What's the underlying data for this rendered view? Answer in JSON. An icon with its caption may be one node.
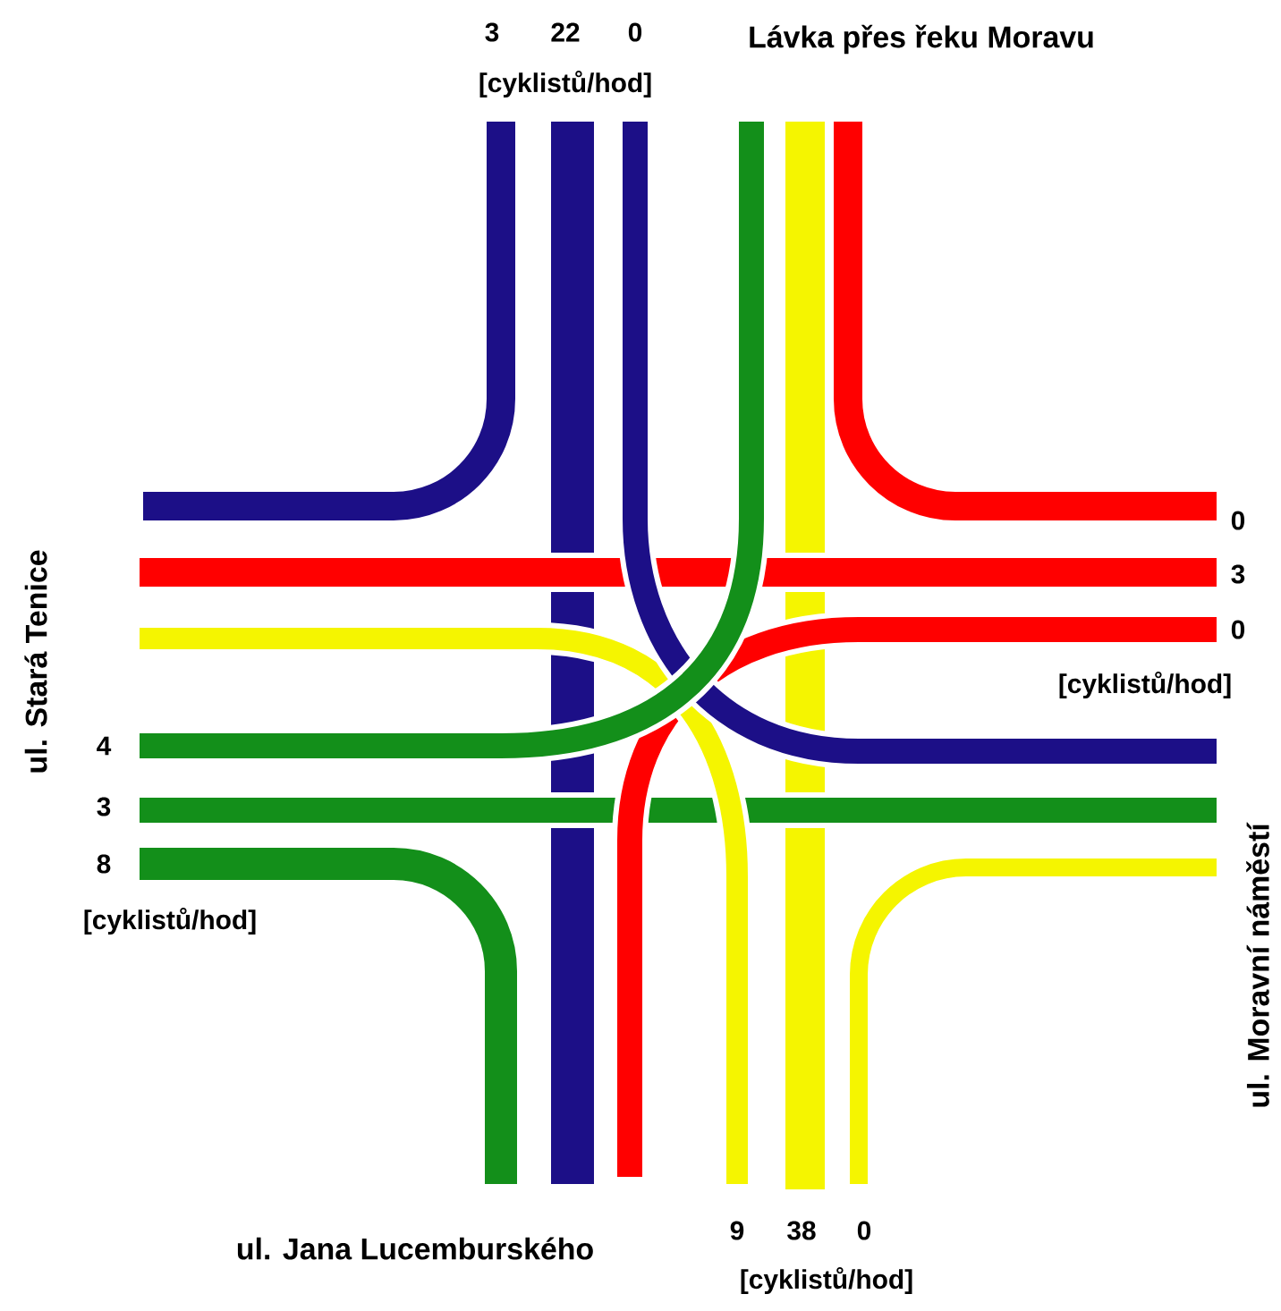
{
  "diagram": {
    "labels": [
      "3",
      "22",
      "0",
      "Lávka přes řeku Moravu",
      "[cyklistů/hod]",
      "0",
      "3",
      "0",
      "[cyklistů/hod]",
      "4",
      "3",
      "8",
      "[cyklistů/hod]",
      "ul. Stará Tenice",
      "ul. Moravní náměstí",
      "ul. Jana Lucemburského",
      "9",
      "38",
      "0",
      "[cyklistů/hod]"
    ]
  }
}
